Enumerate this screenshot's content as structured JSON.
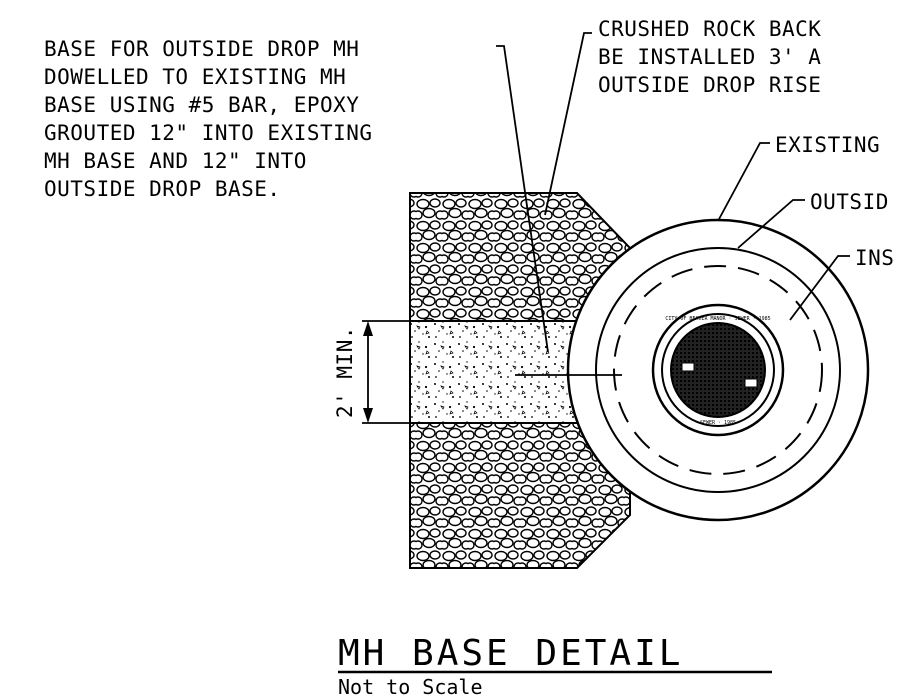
{
  "labels": {
    "base_note": [
      "BASE FOR OUTSIDE DROP MH",
      "DOWELLED TO EXISTING MH",
      "BASE USING #5 BAR, EPOXY",
      "GROUTED 12\" INTO EXISTING",
      "MH BASE AND 12\" INTO",
      "OUTSIDE DROP BASE."
    ],
    "crushed_rock": [
      "CRUSHED ROCK BACK",
      "BE INSTALLED 3' A",
      "OUTSIDE DROP RISE"
    ],
    "existing": "EXISTING",
    "outside": "OUTSID",
    "inside": "INS",
    "dimension": "2' MIN."
  },
  "title": "MH BASE DETAIL",
  "subtitle": "Not to Scale",
  "cover": {
    "ring_top": "CITY OF BEAVER MANOR · SEWER · 1985",
    "ring_bottom": "SEWER · 1985"
  }
}
